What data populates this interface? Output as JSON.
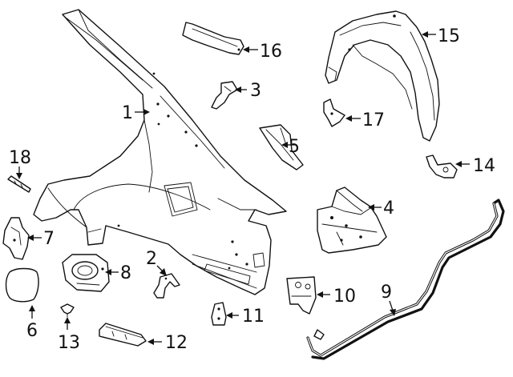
{
  "callouts": {
    "p1": "1",
    "p2": "2",
    "p3": "3",
    "p4": "4",
    "p5": "5",
    "p6": "6",
    "p7": "7",
    "p8": "8",
    "p9": "9",
    "p10": "10",
    "p11": "11",
    "p12": "12",
    "p13": "13",
    "p14": "14",
    "p15": "15",
    "p16": "16",
    "p17": "17",
    "p18": "18"
  }
}
